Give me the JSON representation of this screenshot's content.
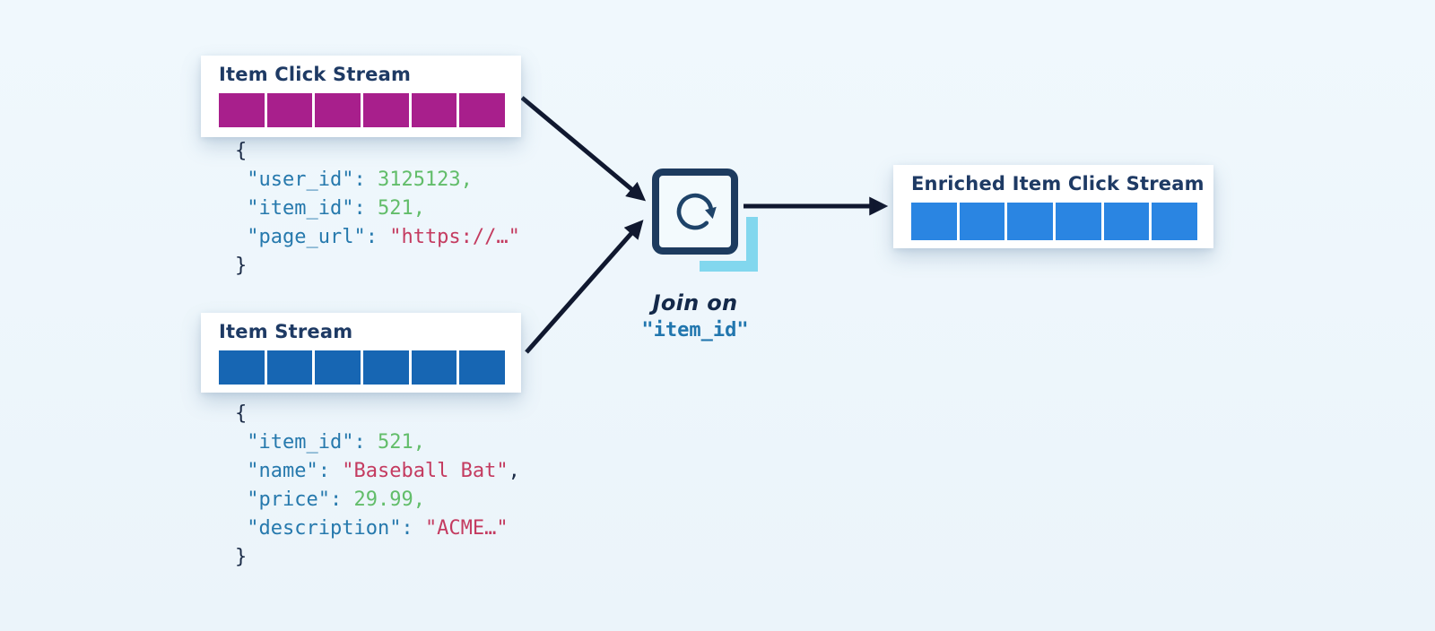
{
  "page": {
    "background": "#eef6fc"
  },
  "colors": {
    "card_title_navy": "#1e3a64",
    "arrow_navy": "#10182f",
    "join_border_navy": "#1d3b5f",
    "cyan_accent": "#82d7ee",
    "magenta_block": "#a81f8c",
    "stream_blue_block": "#1766b3",
    "enriched_blue_block": "#2a85e2",
    "json_key_blue": "#2679ad",
    "json_number_green": "#62bd6a",
    "json_string_red": "#c43b60",
    "json_punct_dark": "#1b2b47"
  },
  "sources": {
    "click_stream": {
      "title": "Item Click Stream",
      "block_count": 6,
      "code": [
        [
          {
            "text": "{",
            "cls": "punct"
          }
        ],
        [
          {
            "text": " ",
            "cls": "punct"
          },
          {
            "text": "\"user_id\":",
            "cls": "key"
          },
          {
            "text": " ",
            "cls": "punct"
          },
          {
            "text": "3125123,",
            "cls": "num"
          }
        ],
        [
          {
            "text": " ",
            "cls": "punct"
          },
          {
            "text": "\"item_id\":",
            "cls": "key"
          },
          {
            "text": " ",
            "cls": "punct"
          },
          {
            "text": "521,",
            "cls": "num"
          }
        ],
        [
          {
            "text": " ",
            "cls": "punct"
          },
          {
            "text": "\"page_url\":",
            "cls": "key"
          },
          {
            "text": " ",
            "cls": "punct"
          },
          {
            "text": "\"https://…\"",
            "cls": "str"
          }
        ],
        [
          {
            "text": "}",
            "cls": "punct"
          }
        ]
      ]
    },
    "item_stream": {
      "title": "Item Stream",
      "block_count": 6,
      "code": [
        [
          {
            "text": "{",
            "cls": "punct"
          }
        ],
        [
          {
            "text": " ",
            "cls": "punct"
          },
          {
            "text": "\"item_id\":",
            "cls": "key"
          },
          {
            "text": " ",
            "cls": "punct"
          },
          {
            "text": "521,",
            "cls": "num"
          }
        ],
        [
          {
            "text": " ",
            "cls": "punct"
          },
          {
            "text": "\"name\":",
            "cls": "key"
          },
          {
            "text": " ",
            "cls": "punct"
          },
          {
            "text": "\"Baseball Bat\"",
            "cls": "str"
          },
          {
            "text": ",",
            "cls": "punct"
          }
        ],
        [
          {
            "text": " ",
            "cls": "punct"
          },
          {
            "text": "\"price\":",
            "cls": "key"
          },
          {
            "text": " ",
            "cls": "punct"
          },
          {
            "text": "29.99,",
            "cls": "num"
          }
        ],
        [
          {
            "text": " ",
            "cls": "punct"
          },
          {
            "text": "\"description\":",
            "cls": "key"
          },
          {
            "text": " ",
            "cls": "punct"
          },
          {
            "text": "\"ACME…\"",
            "cls": "str"
          }
        ],
        [
          {
            "text": "}",
            "cls": "punct"
          }
        ]
      ]
    }
  },
  "join": {
    "label": "Join on",
    "key": "\"item_id\""
  },
  "output": {
    "title": "Enriched Item Click Stream",
    "block_count": 6
  }
}
